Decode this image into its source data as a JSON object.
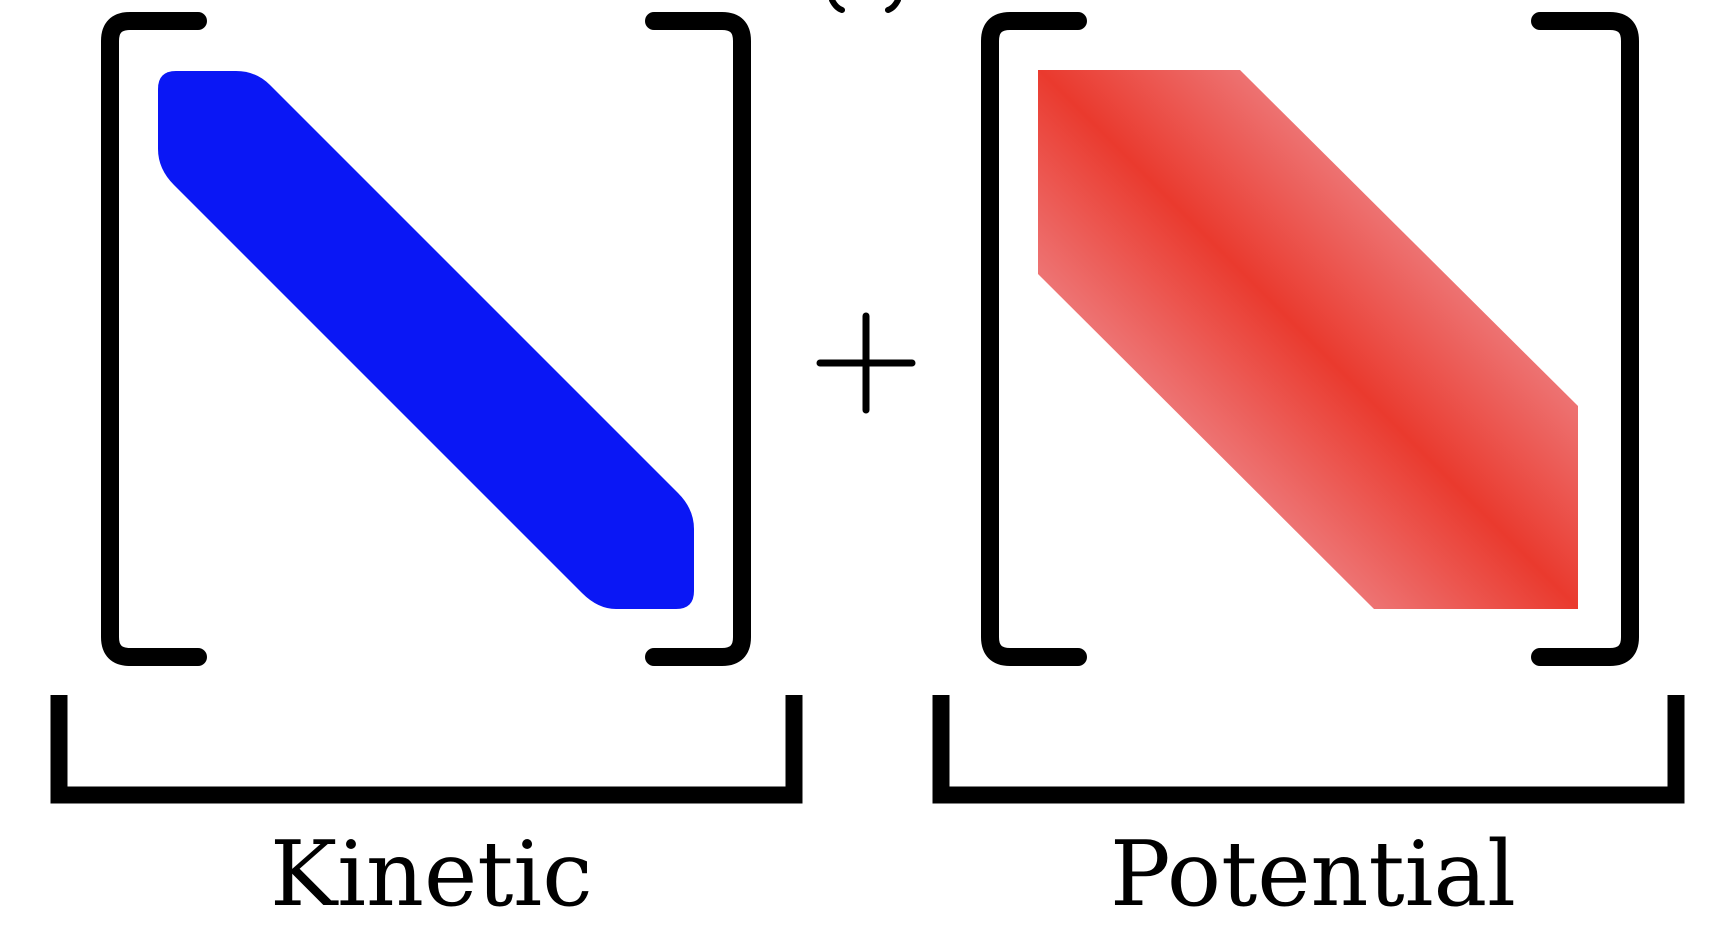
{
  "diagram": {
    "top_partial": "(c)",
    "operator": "+",
    "left_term": {
      "label": "Kinetic",
      "fill_color": "#0a17f5"
    },
    "right_term": {
      "label": "Potential",
      "gradient_colors": [
        "#ef8e93",
        "#ea3a2e"
      ]
    }
  }
}
